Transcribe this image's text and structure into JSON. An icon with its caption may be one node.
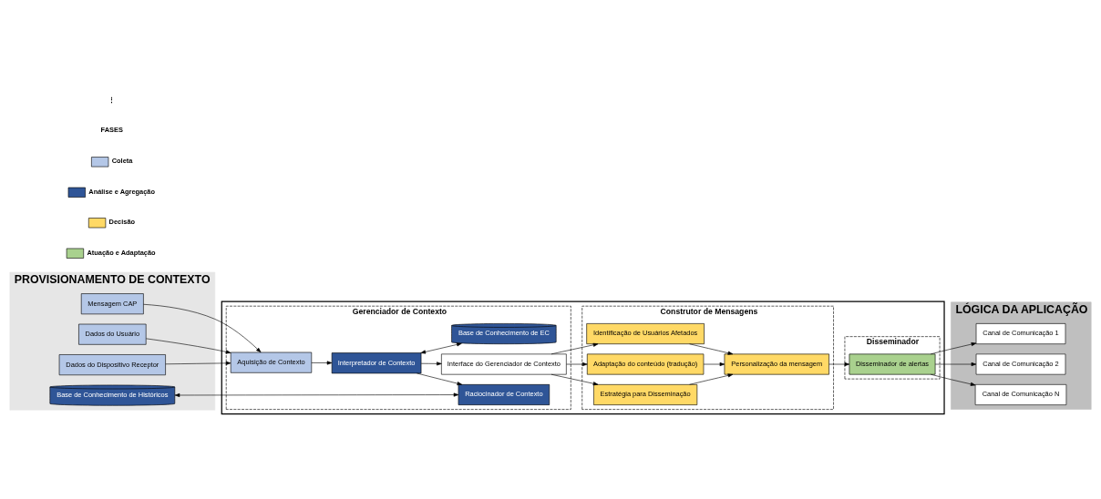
{
  "diagram": {
    "nodes": [
      {
        "text": [
          "PROVISIONAMENTO DE CONTEXTO"
        ]
      },
      {
        "text": [
          "LÓGICA DA APLICAÇÃO"
        ]
      },
      {
        "text": [],
        "shape": "box"
      },
      {
        "text": [
          "Mensagem CAP"
        ],
        "in": 0
      },
      {
        "text": [
          "Dados do Usuário"
        ],
        "in": 0
      },
      {
        "text": [
          "Dados do Dispositivo Receptor"
        ],
        "in": 0
      },
      {
        "text": [
          "Base de Conhecimento de Históricos"
        ],
        "in": 0
      },
      {
        "text": [
          "Gerenciador de Contexto"
        ],
        "in": 2
      },
      {
        "text": [
          "Aquisição de Contexto"
        ],
        "in": 7
      },
      {
        "text": [
          "Interpretador de Contexto"
        ],
        "in": 7
      },
      {
        "text": [
          "Base de Conhecimento de EC"
        ],
        "in": 7
      },
      {
        "text": [
          "Raciocinador de Contexto"
        ],
        "in": 7
      },
      {
        "text": [
          "Interface do Gerenciador de Contexto"
        ],
        "in": 7
      },
      {
        "text": [
          "Construtor de Mensagens"
        ],
        "in": 2
      },
      {
        "text": [
          "Identificação de Usuários Afetados"
        ],
        "in": 13
      },
      {
        "text": [
          "Adaptação do conteúdo (tradução)"
        ],
        "in": 13
      },
      {
        "text": [
          "Estratégia para Disseminação"
        ],
        "in": 13
      },
      {
        "text": [
          "Personalização da mensagem"
        ],
        "in": 13
      },
      {
        "text": [
          "Disseminador"
        ],
        "in": 2
      },
      {
        "text": [
          "Disseminador de alertas"
        ],
        "in": 18
      },
      {
        "text": [
          "Canal de Comunicação 1"
        ],
        "in": 1
      },
      {
        "text": [
          "Canal de Comunicação 2"
        ],
        "in": 1
      },
      {
        "text": [
          "Canal de Comunicação N"
        ],
        "in": 1
      }
    ],
    "edges": [
      {
        "from": 3,
        "to": 8,
        "arrow": "to"
      },
      {
        "from": 4,
        "to": 8,
        "arrow": "to"
      },
      {
        "from": 5,
        "to": 8,
        "arrow": "to"
      },
      {
        "from": 8,
        "to": 9,
        "arrow": "to"
      },
      {
        "from": 9,
        "to": 12,
        "arrow": "to"
      },
      {
        "from": 9,
        "to": 10,
        "arrow": "both"
      },
      {
        "from": 9,
        "to": 11,
        "arrow": "to"
      },
      {
        "from": 6,
        "to": 11,
        "arrow": "both"
      },
      {
        "from": 12,
        "to": 14,
        "arrow": "to"
      },
      {
        "from": 12,
        "to": 15,
        "arrow": "to"
      },
      {
        "from": 12,
        "to": 16,
        "arrow": "to"
      },
      {
        "from": 14,
        "to": 17,
        "arrow": "to"
      },
      {
        "from": 15,
        "to": 17,
        "arrow": "to"
      },
      {
        "from": 16,
        "to": 17,
        "arrow": "to"
      },
      {
        "from": 17,
        "to": 19,
        "arrow": "to"
      },
      {
        "from": 19,
        "to": 20,
        "arrow": "to"
      },
      {
        "from": 19,
        "to": 21,
        "arrow": "to"
      },
      {
        "from": 19,
        "to": 22,
        "arrow": "to"
      }
    ],
    "labels": [
      "⋮",
      "FASES"
    ],
    "legend": [
      {
        "text": "Coleta",
        "color": "#b4c7e7"
      },
      {
        "text": "Análise e Agregação",
        "color": "#2f5597"
      },
      {
        "text": "Decisão",
        "color": "#ffd966"
      },
      {
        "text": "Atuação e Adaptação",
        "color": "#a9d18e"
      }
    ]
  }
}
